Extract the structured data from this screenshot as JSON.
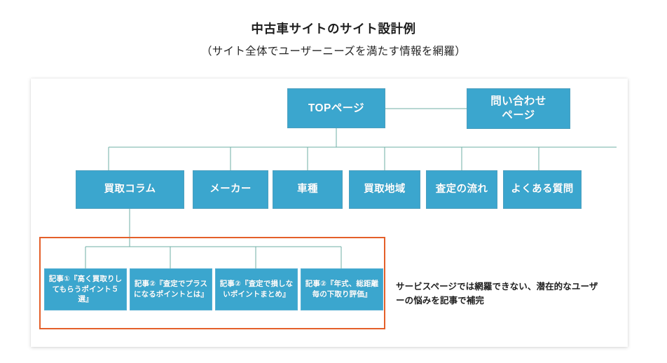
{
  "heading": {
    "title": "中古車サイトのサイト設計例",
    "subtitle": "（サイト全体でユーザーニーズを満たす情報を網羅）"
  },
  "diagram": {
    "type": "site-structure-tree",
    "root": {
      "label": "TOPページ"
    },
    "sibling": {
      "label": "問い合わせ\nページ"
    },
    "sibling_line1": "問い合わせ",
    "sibling_line2": "ページ",
    "level1": [
      {
        "label": "買取コラム"
      },
      {
        "label": "メーカー"
      },
      {
        "label": "車種"
      },
      {
        "label": "買取地域"
      },
      {
        "label": "査定の流れ"
      },
      {
        "label": "よくある質問"
      }
    ],
    "articles": [
      {
        "label": "記事①『高く買取りしてもらうポイント５選』"
      },
      {
        "label": "記事②『査定でプラスになるポイントとは』"
      },
      {
        "label": "記事②『査定で損しないポイントまとめ』"
      },
      {
        "label": "記事②『年式、総距離毎の下取り評価』"
      }
    ],
    "annotation": "サービスページでは網羅できない、潜在的なユーザーの悩みを記事で補完",
    "colors": {
      "node_fill": "#3BA6CE",
      "node_border": "#4C9FBE",
      "node_text": "#FFFFFF",
      "connector": "#6FAFA5",
      "highlight_border": "#E4602A",
      "card_background": "#FFFFFF",
      "page_background": "#FFFFFF",
      "text": "#1B1B1B"
    }
  }
}
